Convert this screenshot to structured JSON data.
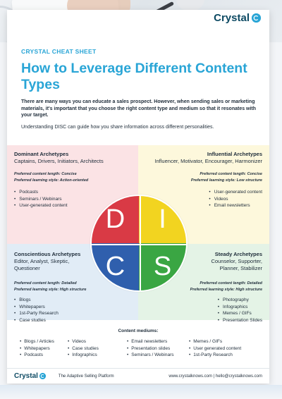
{
  "header": {
    "logo_text": "Crystal",
    "logo_mark": "c-speech-bubble-icon"
  },
  "kicker": "CRYSTAL CHEAT SHEET",
  "title": "How to Leverage Different Content Types",
  "intro_bold": "There are many ways you can educate a sales prospect. However, when sending sales or marketing materials, it's important that you choose the right content type and medium so that it resonates with your target.",
  "intro_plain": "Understanding DISC can guide how you share information across different personalities.",
  "quadrants": {
    "dominant": {
      "title": "Dominant Archetypes",
      "roles": "Captains, Drivers, Initiators, Architects",
      "length": "Preferred content length: Concise",
      "style": "Preferred learning style: Action-oriented",
      "items": [
        "Podcasts",
        "Seminars / Webinars",
        "User-generated content"
      ],
      "color": "#d93a45"
    },
    "influential": {
      "title": "Influential Archetypes",
      "roles": "Influencer, Motivator, Encourager, Harmonizer",
      "length": "Preferred content length: Concise",
      "style": "Preferred learning style: Low structure",
      "items": [
        "User-generated content",
        "Videos",
        "Email newsletters"
      ],
      "color": "#f2d420"
    },
    "conscientious": {
      "title": "Conscientious Archetypes",
      "roles": "Editor, Analyst, Skeptic, Questioner",
      "length": "Preferred content length: Detailed",
      "style": "Preferred learning style: High structure",
      "items": [
        "Blogs",
        "Whitepapers",
        "1st-Party Research",
        "Case studies"
      ],
      "color": "#2f5fad"
    },
    "steady": {
      "title": "Steady Archetypes",
      "roles": "Counselor, Supporter, Planner, Stabilizer",
      "length": "Preferred content length: Detailed",
      "style": "Preferred learning style: High structure",
      "items": [
        "Photography",
        "Infographics",
        "Memes / GIFs",
        "Presentation Slides"
      ],
      "color": "#3aa643"
    }
  },
  "disc": {
    "d": "D",
    "i": "I",
    "c": "C",
    "s": "S"
  },
  "mediums": {
    "title": "Content mediums:",
    "col1": [
      "Blogs / Articles",
      "Whitepapers",
      "Podcasts"
    ],
    "col2": [
      "Videos",
      "Case studies",
      "Infographics"
    ],
    "col3": [
      "Email newsletters",
      "Presentation slides",
      "Seminars / Webinars"
    ],
    "col4": [
      "Memes / GIFs",
      "User generated content",
      "1st-Party Research"
    ]
  },
  "footer": {
    "logo_text": "Crystal",
    "tagline": "The Adaptive Selling Platform",
    "contact": "www.crystalknows.com | hello@crystalknows.com"
  }
}
